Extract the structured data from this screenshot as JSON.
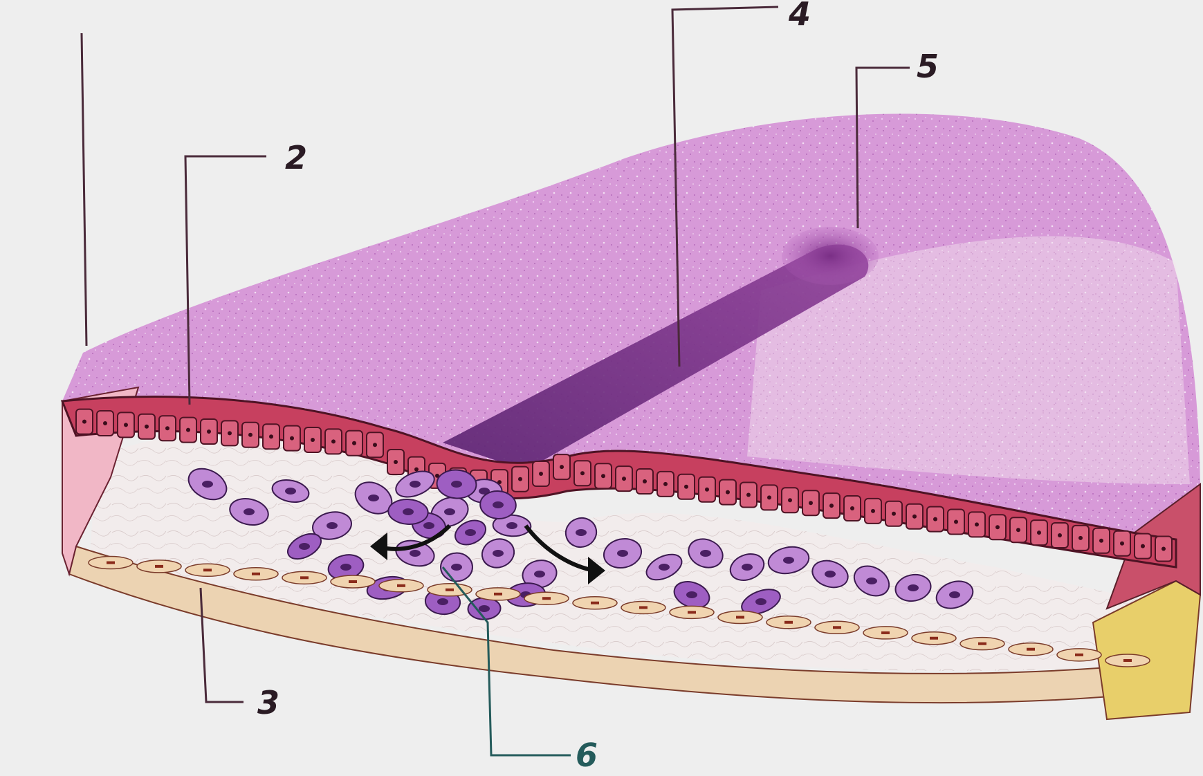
{
  "diagram": {
    "labels": [
      {
        "id": "2",
        "text": "2"
      },
      {
        "id": "3",
        "text": "3"
      },
      {
        "id": "4",
        "text": "4"
      },
      {
        "id": "5",
        "text": "5"
      },
      {
        "id": "6",
        "text": "6"
      }
    ]
  },
  "colors": {
    "background": "#eeeeee",
    "epiblast_top": "#d79ad8",
    "epiblast_cells": "#c7405f",
    "primitive_streak": "#6b2c7a",
    "hypoblast": "#e9b48b",
    "hypoblast_yellow": "#e8cf6a",
    "mesoderm_cells": "#b67ad3",
    "leader_line": "#4a2a3a",
    "label_text": "#2a1b24",
    "label_6_line": "#245b5b"
  }
}
